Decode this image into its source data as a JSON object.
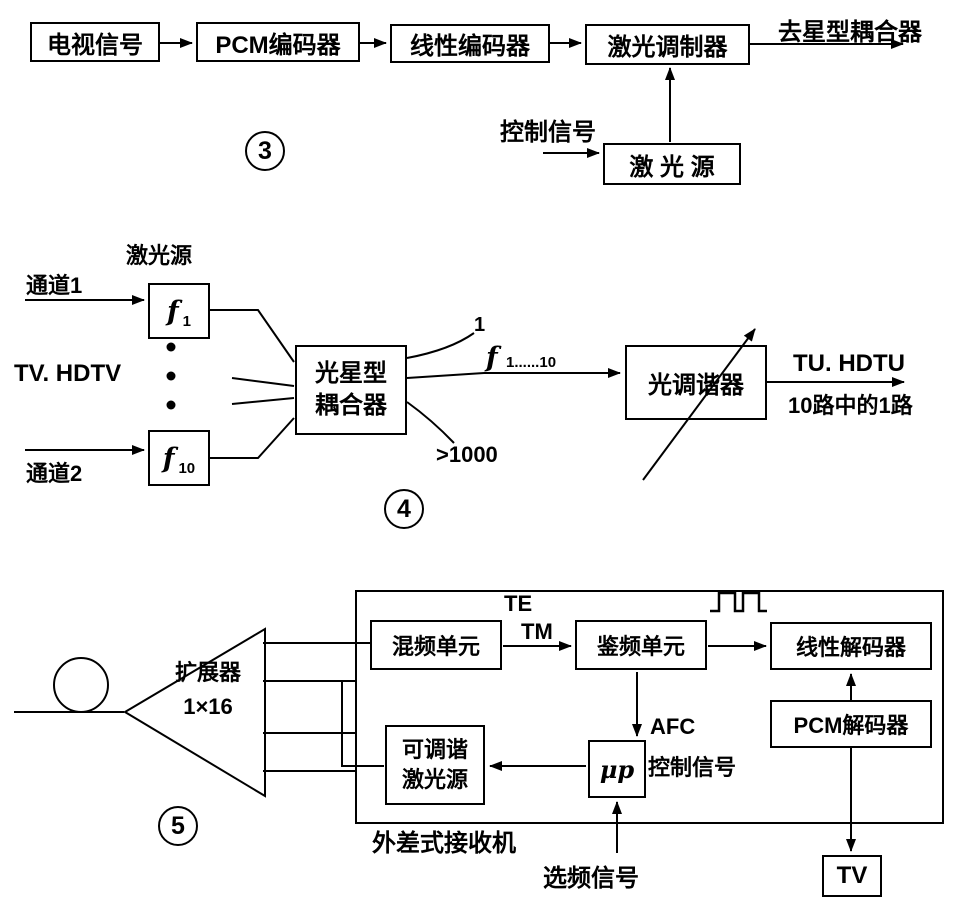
{
  "colors": {
    "ink": "#000000",
    "paper": "#ffffff"
  },
  "figure3": {
    "badge": "3",
    "tv_signal": "电视信号",
    "pcm_encoder": "PCM编码器",
    "linear_encoder": "线性编码器",
    "laser_modulator": "激光调制器",
    "laser_source": "激 光 源",
    "to_star_coupler": "去星型耦合器",
    "control_signal": "控制信号"
  },
  "figure4": {
    "badge": "4",
    "laser_source": "激光源",
    "channel1": "通道1",
    "channel2": "通道2",
    "tv_hdtv": "TV. HDTV",
    "f1_main": "f",
    "f1_sub": "1",
    "f10_main": "f",
    "f10_sub": "10",
    "coupler_line1": "光星型",
    "coupler_line2": "耦合器",
    "out_top": "1",
    "f_main": "f",
    "f_sub": "1......10",
    "out_bottom": ">1000",
    "optical_tuner": "光调谐器",
    "tu_hdtu": "TU. HDTU",
    "one_of_ten": "10路中的1路"
  },
  "figure5": {
    "badge": "5",
    "expander_line1": "扩展器",
    "expander_line2": "1×16",
    "te": "TE",
    "tm": "TM",
    "mixer": "混频单元",
    "discriminator": "鉴频单元",
    "linear_decoder": "线性解码器",
    "pcm_decoder": "PCM解码器",
    "tunable_laser_line1": "可调谐",
    "tunable_laser_line2": "激光源",
    "mu_p": "μp",
    "afc": "AFC",
    "afc_control": "控制信号",
    "receiver_label": "外差式接收机",
    "select_signal": "选频信号",
    "tv": "TV"
  }
}
